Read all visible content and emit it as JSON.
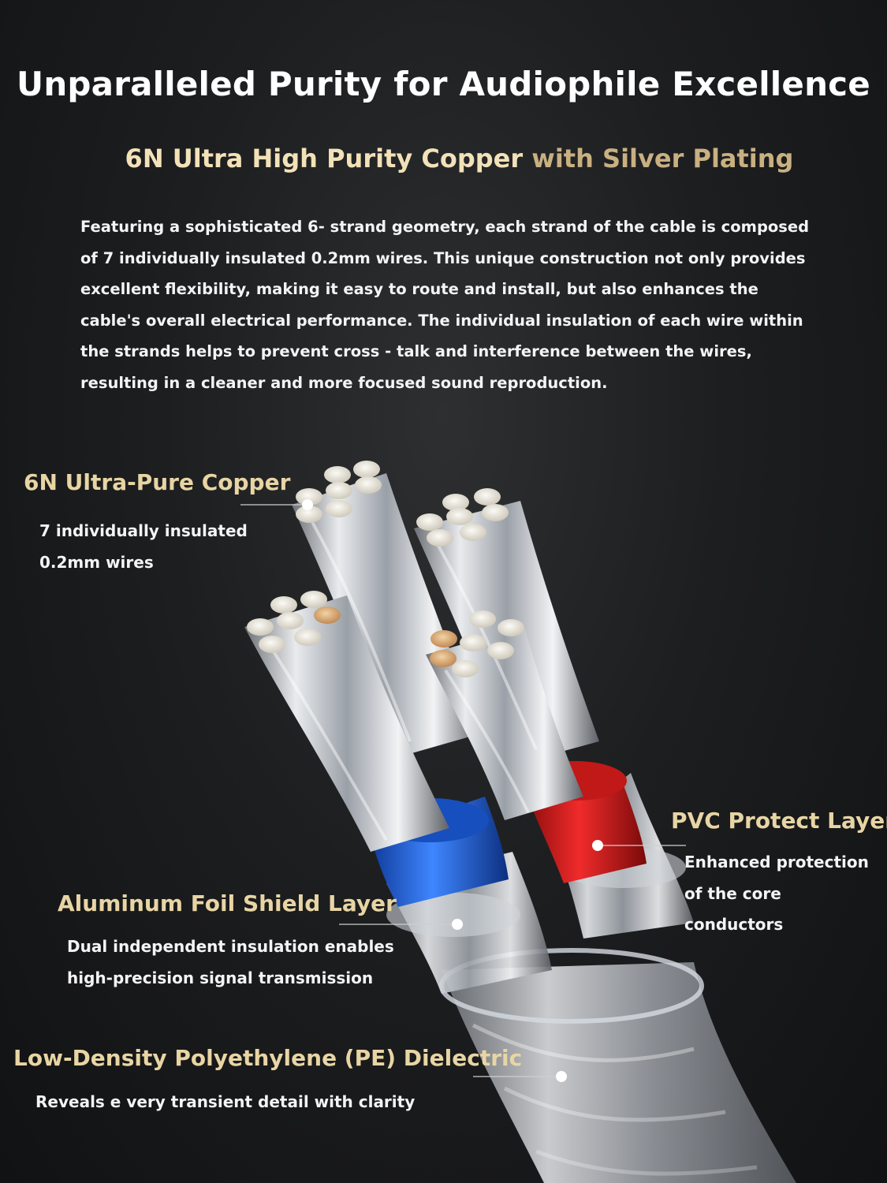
{
  "headline": "Unparalleled Purity for Audiophile Excellence",
  "subheadline": {
    "highlight": "6N Ultra High Purity Copper",
    "rest": " with Silver Plating"
  },
  "description": "Featuring a sophisticated 6- strand geometry, each strand of the cable is composed of 7 individually insulated 0.2mm wires. This unique construction not only provides excellent flexibility, making it easy to route and install, but also enhances the cable's overall electrical performance. The individual insulation of each wire within the strands helps to prevent cross - talk and interference between the wires, resulting in a cleaner and more focused sound reproduction.",
  "callouts": {
    "copper": {
      "title": "6N Ultra-Pure Copper",
      "lines": [
        "7 individually insulated",
        "0.2mm wires"
      ]
    },
    "pvc": {
      "title": "PVC Protect Layer",
      "lines": [
        "Enhanced protection",
        "of the core conductors"
      ]
    },
    "foil": {
      "title": "Aluminum Foil Shield Layer",
      "lines": [
        "Dual independent insulation enables",
        "high-precision signal transmission"
      ]
    },
    "pe": {
      "title": "Low-Density Polyethylene (PE) Dielectric",
      "lines": [
        "Reveals  e very transient detail with clarity"
      ]
    }
  },
  "colors": {
    "background": "#1d1e20",
    "gold_text": "#e8d5a4",
    "silver_wire": "#c9ccd1",
    "copper_end": "#d9b48a",
    "blue_insulation": "#1f5fd6",
    "red_insulation": "#d11a1a",
    "clear_jacket": "#dfe3ea"
  }
}
